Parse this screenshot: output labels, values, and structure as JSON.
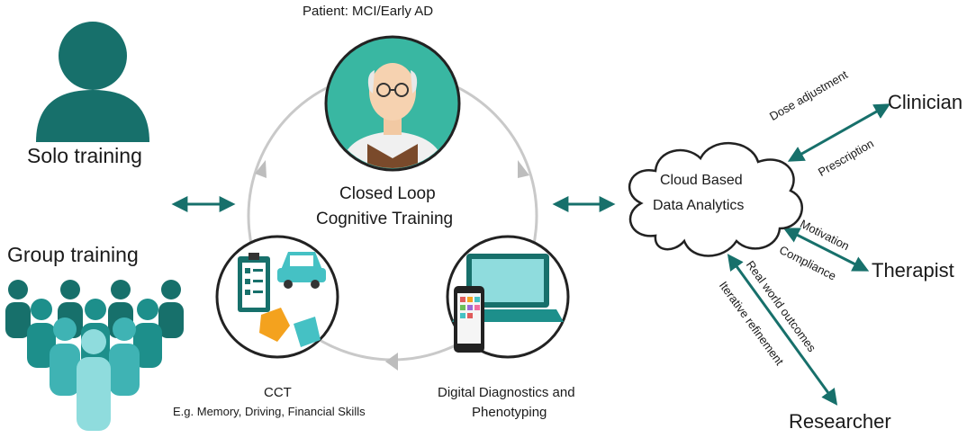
{
  "patient_label": "Patient: MCI/Early AD",
  "solo_training": "Solo training",
  "group_training": "Group training",
  "loop_title_line1": "Closed Loop",
  "loop_title_line2": "Cognitive Training",
  "cct_title": "CCT",
  "cct_examples": "E.g. Memory, Driving, Financial Skills",
  "diagnostics_line1": "Digital Diagnostics and",
  "diagnostics_line2": "Phenotyping",
  "cloud_line1": "Cloud Based",
  "cloud_line2": "Data Analytics",
  "clinician": "Clinician",
  "therapist": "Therapist",
  "researcher": "Researcher",
  "dose_adjustment": "Dose adjustment",
  "prescription": "Prescription",
  "motivation": "Motivation",
  "compliance": "Compliance",
  "real_world_outcomes": "Real world outcomes",
  "iterative_refinement": "Iterative refinement",
  "colors": {
    "teal_dark": "#17706b",
    "teal_mid": "#1d8f8b",
    "teal_light": "#5fc8c9",
    "teal_pale": "#8fdcdd",
    "loop_gray": "#c2c2c2",
    "patient_bg": "#39b7a2",
    "vest_brown": "#7a4a2b",
    "puzzle_orange": "#f4a21e",
    "car_teal": "#45c1c4"
  }
}
